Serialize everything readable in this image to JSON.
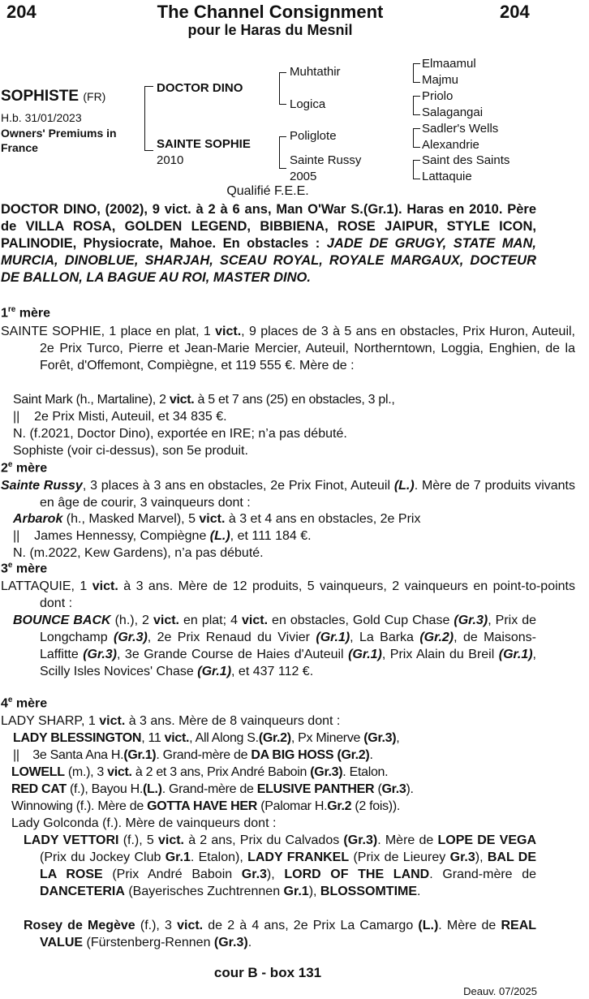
{
  "header": {
    "lot_left": "204",
    "lot_right": "204",
    "title": "The Channel Consignment",
    "subtitle": "pour le Haras du Mesnil"
  },
  "horse": {
    "name": "SOPHISTE",
    "suffix": "(FR)",
    "info": "H.b. 31/01/2023",
    "premiums": "Owners' Premiums in France"
  },
  "pedigree": {
    "sire": "DOCTOR DINO",
    "dam": "SAINTE SOPHIE",
    "dam_year": "2010",
    "sire_sire": "Muhtathir",
    "sire_dam": "Logica",
    "dam_sire": "Poliglote",
    "dam_dam": "Sainte Russy",
    "dam_dam_year": "2005",
    "ggp": [
      "Elmaamul",
      "Majmu",
      "Priolo",
      "Salagangai",
      "Sadler's Wells",
      "Alexandrie",
      "Saint des Saints",
      "Lattaquie"
    ]
  },
  "qualification": "Qualifié F.E.E.",
  "sire_notes": {
    "p1": "DOCTOR DINO, (2002), 9 vict. à 2 à 6 ans, Man O'War S.(Gr.1). Haras en 2010. Père de VILLA ROSA, GOLDEN LEGEND, BIBBIENA, ROSE JAIPUR, STYLE ICON, PALINODIE, Physiocrate, Mahoe. En obstacles :",
    "p2": "JADE DE GRUGY, STATE MAN, MURCIA, DINOBLUE, SHARJAH, SCEAU ROYAL, ROYALE MARGAUX, DOCTEUR DE BALLON, LA BAGUE AU ROI, MASTER DINO."
  },
  "sections": {
    "m1_a": "1",
    "m1_b": "re",
    "m1_c": " mère",
    "m2_a": "2",
    "m2_b": "e",
    "m2_c": " mère",
    "m3_a": "3",
    "m3_b": "e",
    "m3_c": " mère",
    "m4_a": "4",
    "m4_b": "e",
    "m4_c": " mère"
  },
  "m1": {
    "a1": "SAINTE SOPHIE, 1 place en plat, 1 ",
    "vict": "vict.",
    "a2": ", 9 places de 3 à 5 ans en obstacles, Prix Huron, Auteuil, 2e Prix Turco, Pierre et Jean-Marie Mercier, Auteuil, Northerntown, Loggia, Enghien, de la Forêt, d'Offemont, Compiègne, et 119 555 €. Mère de :",
    "l1a": "Saint Mark (h., Martaline), 2 ",
    "l1b": " à 5 et 7 ans (25) en obstacles, 3 pl.,",
    "l1c": "2e Prix Misti, Auteuil, et 34 835 €.",
    "l2": "N. (f.2021, Doctor Dino), exportée en IRE; n’a pas débuté.",
    "l3": "Sophiste (voir ci-dessus), son 5e produit."
  },
  "m2": {
    "name": "Sainte Russy",
    "a1": ", 3 places à 3 ans en obstacles, 2e Prix Finot, Auteuil ",
    "L": "(L.)",
    "a2": ". Mère de 7 produits vivants en âge de courir, 3 vainqueurs dont :",
    "l1name": "Arbarok",
    "l1a": " (h., Masked Marvel), 5 ",
    "l1b": " à 3 et 4 ans en obstacles, 2e Prix",
    "l1c": "James Hennessy, Compiègne ",
    "l1d": ", et 111 184 €.",
    "l2": "N. (m.2022, Kew Gardens), n’a pas débuté."
  },
  "m3": {
    "a1": "LATTAQUIE, 1 ",
    "a2": " à 3 ans. Mère de 12 produits, 5 vainqueurs, 2 vainqueurs en point-to-points dont :",
    "l1name": "BOUNCE BACK",
    "l1a": " (h.), 2 ",
    "l1b": " en plat; 4 ",
    "l1c": " en obstacles, Gold Cup Chase ",
    "g3": "(Gr.3)",
    "g1": "(Gr.1)",
    "g2": "(Gr.2)",
    "l1d": ", Prix de Longchamp ",
    "l1e": ", 2e Prix Renaud du Vivier ",
    "l1f": ", La Barka ",
    "l1g": ", de Maisons-Laffitte ",
    "l1h": ", 3e Grande Course de Haies d'Auteuil ",
    "l1i": ", Prix Alain du Breil ",
    "l1j": ", Scilly Isles Novices' Chase ",
    "l1k": ", et 437 112 €."
  },
  "m4": {
    "a1": "LADY SHARP, 1 ",
    "a2": " à 3 ans. Mère de 8 vainqueurs dont :",
    "lb_name": "LADY BLESSINGTON",
    "lb_a": ", 11 ",
    "lb_b": ", All Along S.",
    "lb_c": ", Px Minerve ",
    "lb_d": "3e Santa Ana H.",
    "lb_e": ". Grand-mère de ",
    "lb_f": "DA BIG HOSS",
    "lb_g": ".",
    "gr2": "(Gr.2)",
    "gr3": "(Gr.3)",
    "gr1": "(Gr.1)",
    "lo_name": "LOWELL",
    "lo_a": " (m.), 3 ",
    "lo_b": " à 2 et 3 ans, Prix André Baboin ",
    "lo_c": ". Etalon.",
    "rc_name": "RED CAT",
    "rc_a": " (f.), Bayou H.",
    "rc_L": "(L.)",
    "rc_b": ". Grand-mère de ",
    "rc_c": "ELUSIVE PANTHER",
    "rc_d": " (",
    "rc_e": "Gr.3",
    "rc_f": ").",
    "wi_a": "Winnowing (f.). Mère de ",
    "wi_b": "GOTTA HAVE HER",
    "wi_c": " (Palomar H.",
    "wi_d": "Gr.2",
    "wi_e": " (2 fois)).",
    "lg": "Lady Golconda (f.). Mère de vainqueurs dont :",
    "lv_name": "LADY VETTORI",
    "lv_a": " (f.), 5 ",
    "lv_b": " à 2 ans, Prix du Calvados ",
    "lv_c": ". Mère de ",
    "lv_d": "LOPE DE VEGA",
    "lv_e": " (Prix du Jockey Club ",
    "lv_f": "Gr.1",
    "lv_g": ". Etalon), ",
    "lv_h": "LADY FRANKEL",
    "lv_i": " (Prix de Lieurey ",
    "lv_j": "Gr.3",
    "lv_k": "), ",
    "lv_l": "BAL DE LA ROSE",
    "lv_m": " (Prix André Baboin ",
    "lv_n": "Gr.3",
    "lv_o": "), ",
    "lv_p": "LORD OF THE LAND",
    "lv_q": ". Grand-mère de ",
    "lv_r": "DANCETERIA",
    "lv_s": " (Bayerisches Zuchtrennen ",
    "lv_t": "Gr.1",
    "lv_u": "), ",
    "lv_v": "BLOSSOMTIME",
    "lv_w": ".",
    "rm_name": "Rosey de Megève",
    "rm_a": " (f.), 3 ",
    "rm_b": " de 2 à 4 ans, 2e Prix La Camargo ",
    "rm_L": "(L.)",
    "rm_c": ". Mère de ",
    "rm_d": "REAL VALUE",
    "rm_e": " (Fürstenberg-Rennen ",
    "rm_f": "(Gr.3)",
    "rm_g": "."
  },
  "footer": {
    "box": "cour B - box 131",
    "date": "Deauv. 07/2025"
  }
}
